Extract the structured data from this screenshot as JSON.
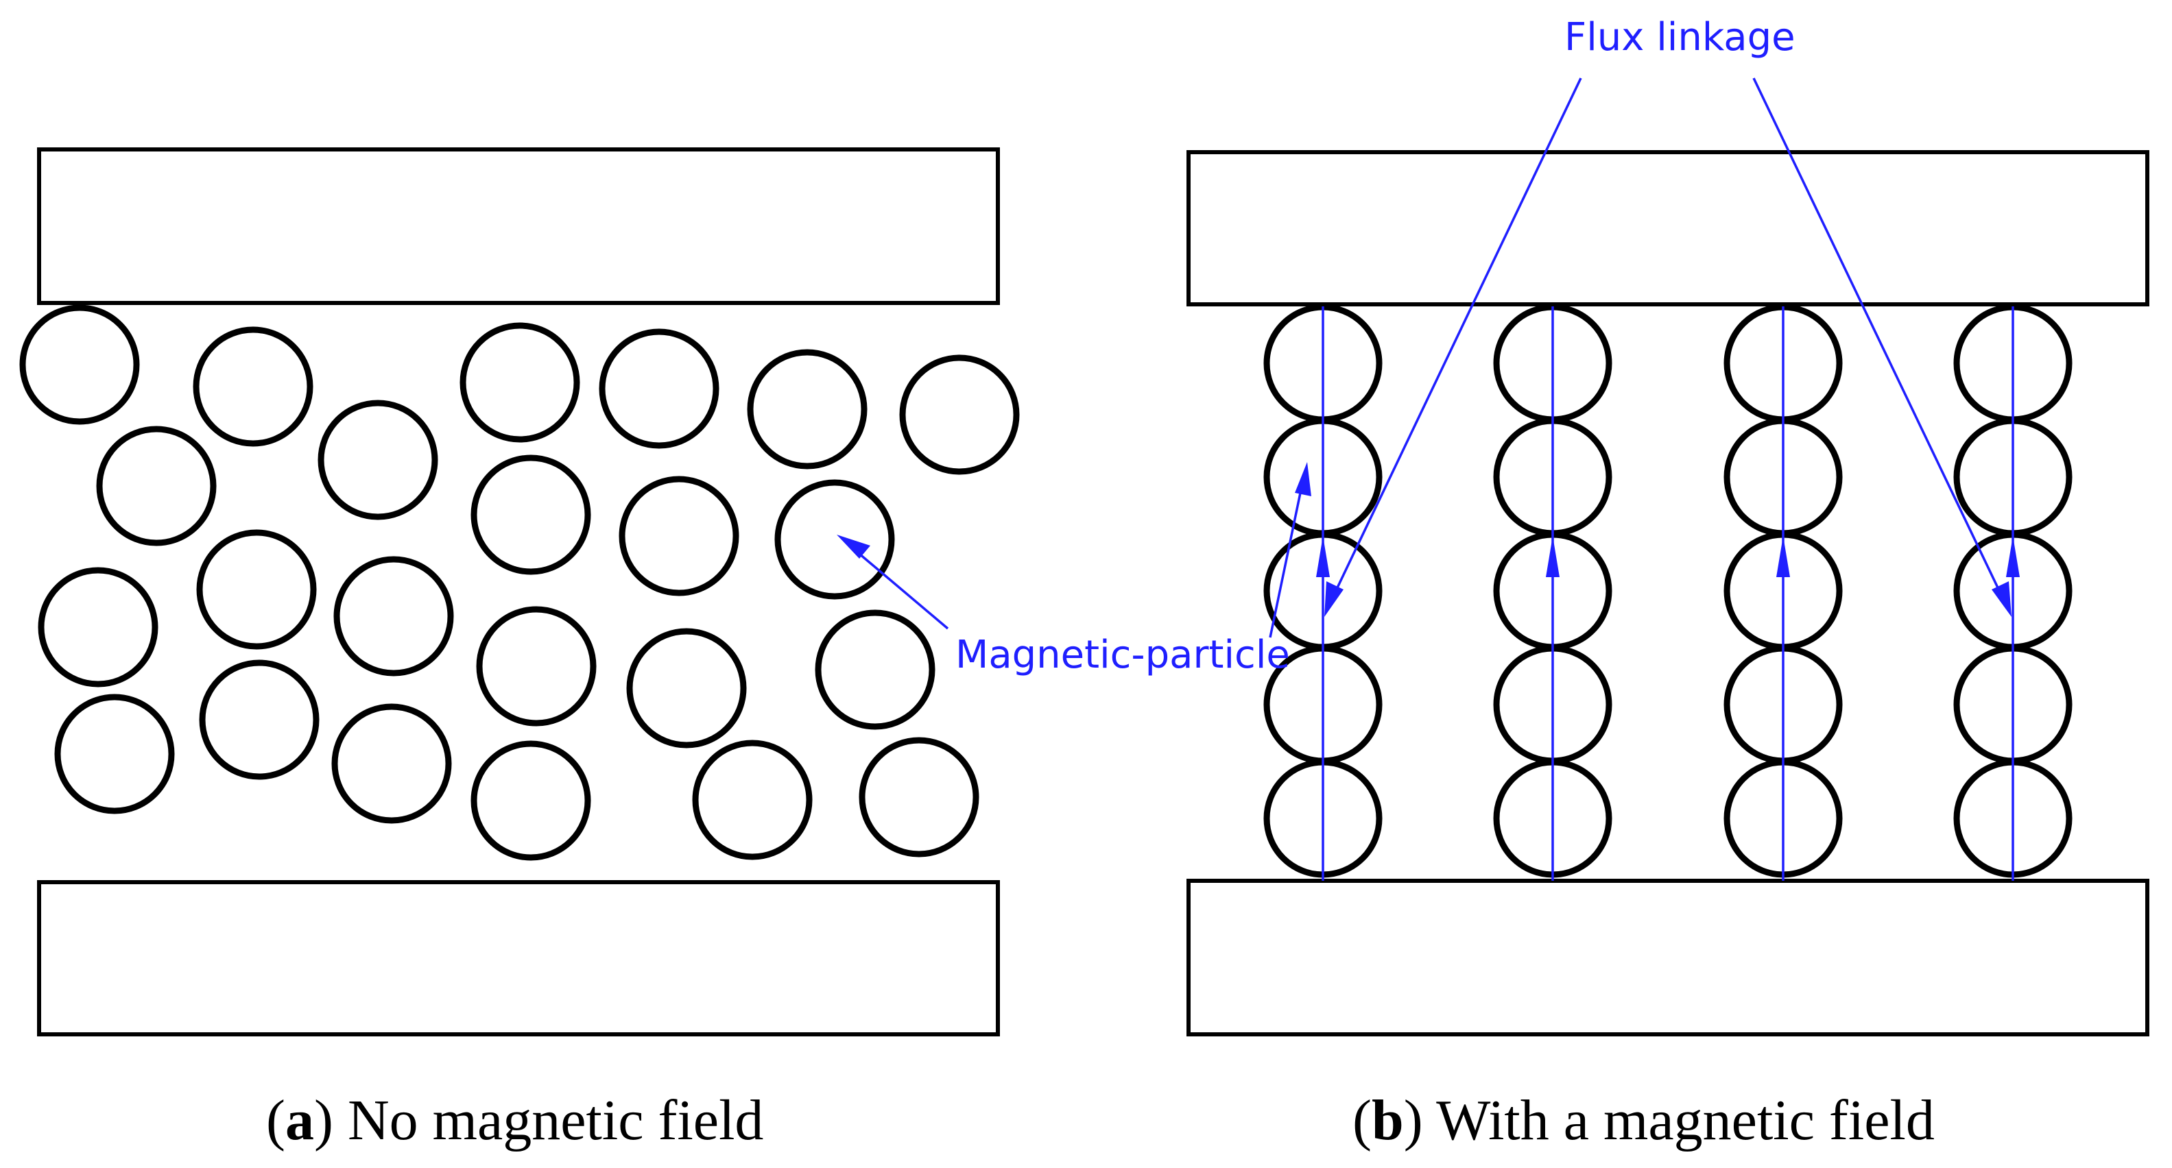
{
  "labels": {
    "flux_linkage": "Flux linkage",
    "magnetic_particle": "Magnetic-particle"
  },
  "captions": {
    "a": {
      "open": "(",
      "letter": "a",
      "close": ") ",
      "text": "No magnetic field"
    },
    "b": {
      "open": "(",
      "letter": "b",
      "close": ") ",
      "text": "With a magnetic field"
    }
  },
  "colors": {
    "annotation": "#1f1fff",
    "outline": "#000000"
  }
}
